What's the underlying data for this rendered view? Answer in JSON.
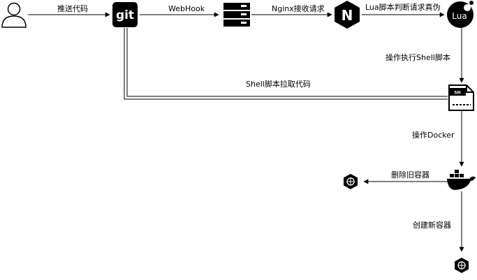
{
  "nodes": {
    "user": {
      "icon": "user-icon"
    },
    "git": {
      "icon": "git-icon",
      "text": "git"
    },
    "server": {
      "icon": "server-icon"
    },
    "nginx": {
      "icon": "nginx-icon",
      "text": "N"
    },
    "lua": {
      "icon": "lua-icon",
      "text": "Lua"
    },
    "shell": {
      "icon": "shell-script-icon",
      "text": "SH"
    },
    "docker": {
      "icon": "docker-icon"
    },
    "old_container": {
      "icon": "container-icon"
    },
    "new_container": {
      "icon": "container-icon"
    }
  },
  "edges": {
    "push": "推送代码",
    "webhook": "WebHook",
    "nginx_recv": "Nginx接收请求",
    "lua_check": "Lua脚本判断请求真伪",
    "exec_shell": "操作执行Shell脚本",
    "pull_code": "Shell脚本拉取代码",
    "docker_op": "操作Docker",
    "remove_old": "删除旧容器",
    "create_new": "创建新容器"
  },
  "colors": {
    "line": "#000000",
    "icon": "#000000",
    "background": "#ffffff"
  }
}
